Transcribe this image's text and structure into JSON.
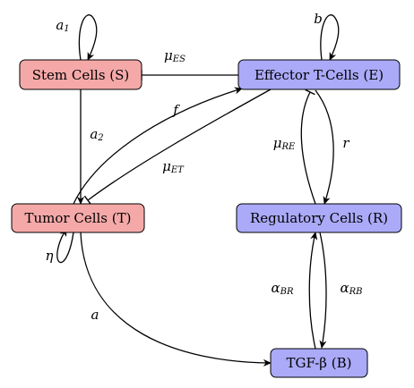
{
  "nodes": {
    "stem": {
      "label": "Stem Cells (S)",
      "color": "#f4a9a8"
    },
    "tumor": {
      "label": "Tumor Cells (T)",
      "color": "#f4a9a8"
    },
    "effector": {
      "label": "Effector T-Cells (E)",
      "color": "#aaaaf8"
    },
    "regulatory": {
      "label": "Regulatory Cells (R)",
      "color": "#aaaaf8"
    },
    "tgf": {
      "label": "TGF-β (B)",
      "color": "#aaaaf8"
    }
  },
  "edges": {
    "a1": {
      "symbol": "a",
      "sub": "1"
    },
    "b": {
      "symbol": "b",
      "sub": ""
    },
    "mu_es": {
      "symbol": "μ",
      "sub": "ES"
    },
    "a2": {
      "symbol": "a",
      "sub": "2"
    },
    "f": {
      "symbol": "f",
      "sub": ""
    },
    "mu_et": {
      "symbol": "μ",
      "sub": "ET"
    },
    "mu_re": {
      "symbol": "μ",
      "sub": "RE"
    },
    "r": {
      "symbol": "r",
      "sub": ""
    },
    "eta": {
      "symbol": "η",
      "sub": ""
    },
    "a": {
      "symbol": "a",
      "sub": ""
    },
    "alpha_br": {
      "symbol": "α",
      "sub": "BR"
    },
    "alpha_rb": {
      "symbol": "α",
      "sub": "RB"
    }
  }
}
